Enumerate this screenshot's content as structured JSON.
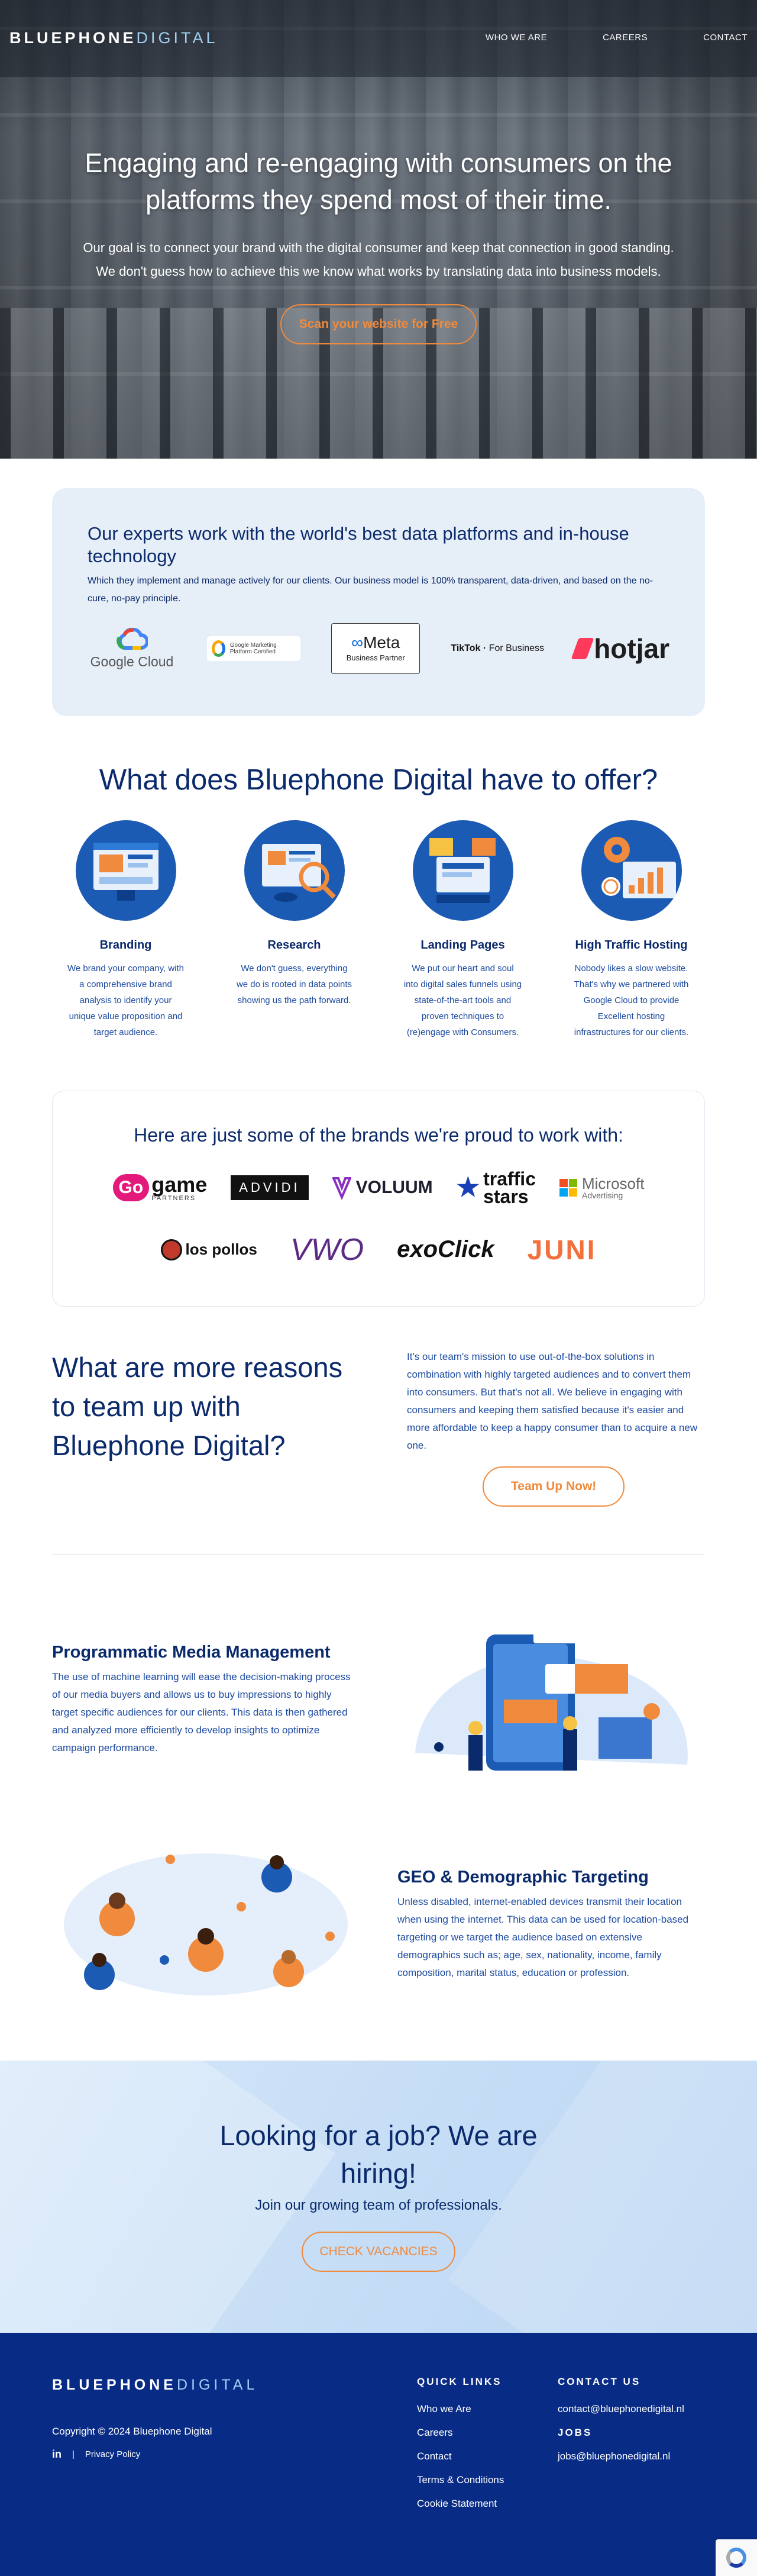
{
  "brand": {
    "bold": "BLUEPHONE",
    "thin": "DIGITAL"
  },
  "nav": {
    "links": [
      "WHO WE ARE",
      "CAREERS",
      "CONTACT"
    ]
  },
  "hero": {
    "title": "Engaging and re-engaging with consumers on the platforms they spend most of their time.",
    "text": "Our goal is to connect your brand with the digital consumer and keep that connection in good standing. We don't guess how to achieve this we know what works by translating data into business models.",
    "button": "Scan your website for Free"
  },
  "partners": {
    "title": "Our experts work with the world's best data platforms and in-house technology",
    "text": "Which they implement and manage actively for our clients. Our business model is 100% transparent, data-driven, and based on the no-cure, no-pay principle.",
    "google_cloud": "Google Cloud",
    "gmp": "Google Marketing Platform Certified",
    "meta": "Meta",
    "meta_sub": "Business Partner",
    "tiktok": "TikTok",
    "tiktok_sub": "For Business",
    "hotjar": "hotjar"
  },
  "offer": {
    "title": "What does Bluephone Digital have to offer?",
    "items": [
      {
        "title": "Branding",
        "text": "We brand your company, with a comprehensive brand analysis to identify your unique value proposition and target audience."
      },
      {
        "title": "Research",
        "text": "We don't guess, everything we do is rooted in data points showing us the path forward."
      },
      {
        "title": "Landing Pages",
        "text": "We put our heart and soul into digital sales funnels using state-of-the-art tools and proven techniques to (re)engage with Consumers."
      },
      {
        "title": "High Traffic Hosting",
        "text": "Nobody likes a slow website. That's why we partnered with Google Cloud to provide Excellent hosting infrastructures for our clients."
      }
    ]
  },
  "brands": {
    "title": "Here are just some of the brands we're proud to work with:",
    "gogame": {
      "go": "Go",
      "game": "game",
      "sub": "PARTNERS"
    },
    "advidi": "ADVIDI",
    "voluum": "VOLUUM",
    "traffic": "traffic",
    "stars": "stars",
    "microsoft": "Microsoft",
    "microsoft_sub": "Advertising",
    "lospollos": "los pollos",
    "vwo": "VWO",
    "exoclick": "exoClick",
    "juni": "JUNI"
  },
  "reasons": {
    "title": "What are more reasons to team up with Bluephone Digital?",
    "text": "It's our team's mission to use out-of-the-box solutions in combination with highly targeted audiences and to convert them into consumers. But that's not all. We believe in engaging with consumers and keeping them satisfied because it's easier and more affordable to keep a happy consumer than to acquire a new one.",
    "button": "Team Up Now!"
  },
  "features": [
    {
      "title": "Programmatic Media Management",
      "text": "The use of machine learning will ease the decision-making process of our media buyers and allows us to buy impressions to highly target specific audiences for our clients. This data is then gathered and analyzed more efficiently to develop insights to optimize campaign performance."
    },
    {
      "title": "GEO & Demographic Targeting",
      "text": "Unless disabled, internet-enabled devices transmit their location when using the internet. This data can be used for location-based targeting or we target the audience based on extensive demographics such as; age, sex, nationality, income, family composition, marital status, education or profession."
    }
  ],
  "hiring": {
    "title": "Looking for a job? We are hiring!",
    "text": "Join our growing team of professionals.",
    "button": "CHECK VACANCIES"
  },
  "footer": {
    "copyright": "Copyright © 2024 Bluephone Digital",
    "linkedin": "in",
    "separator": "|",
    "privacy": "Privacy Policy",
    "quick_title": "QUICK LINKS",
    "quick_links": [
      "Who we Are",
      "Careers",
      "Contact",
      "Terms & Conditions",
      "Cookie Statement"
    ],
    "contact_title": "CONTACT US",
    "contact_email": "contact@bluephonedigital.nl",
    "jobs_title": "JOBS",
    "jobs_email": "jobs@bluephonedigital.nl"
  },
  "colors": {
    "accent": "#f08a3c",
    "navy": "#0b2a6b",
    "footer": "#082b85",
    "panel": "#e6eef8"
  }
}
